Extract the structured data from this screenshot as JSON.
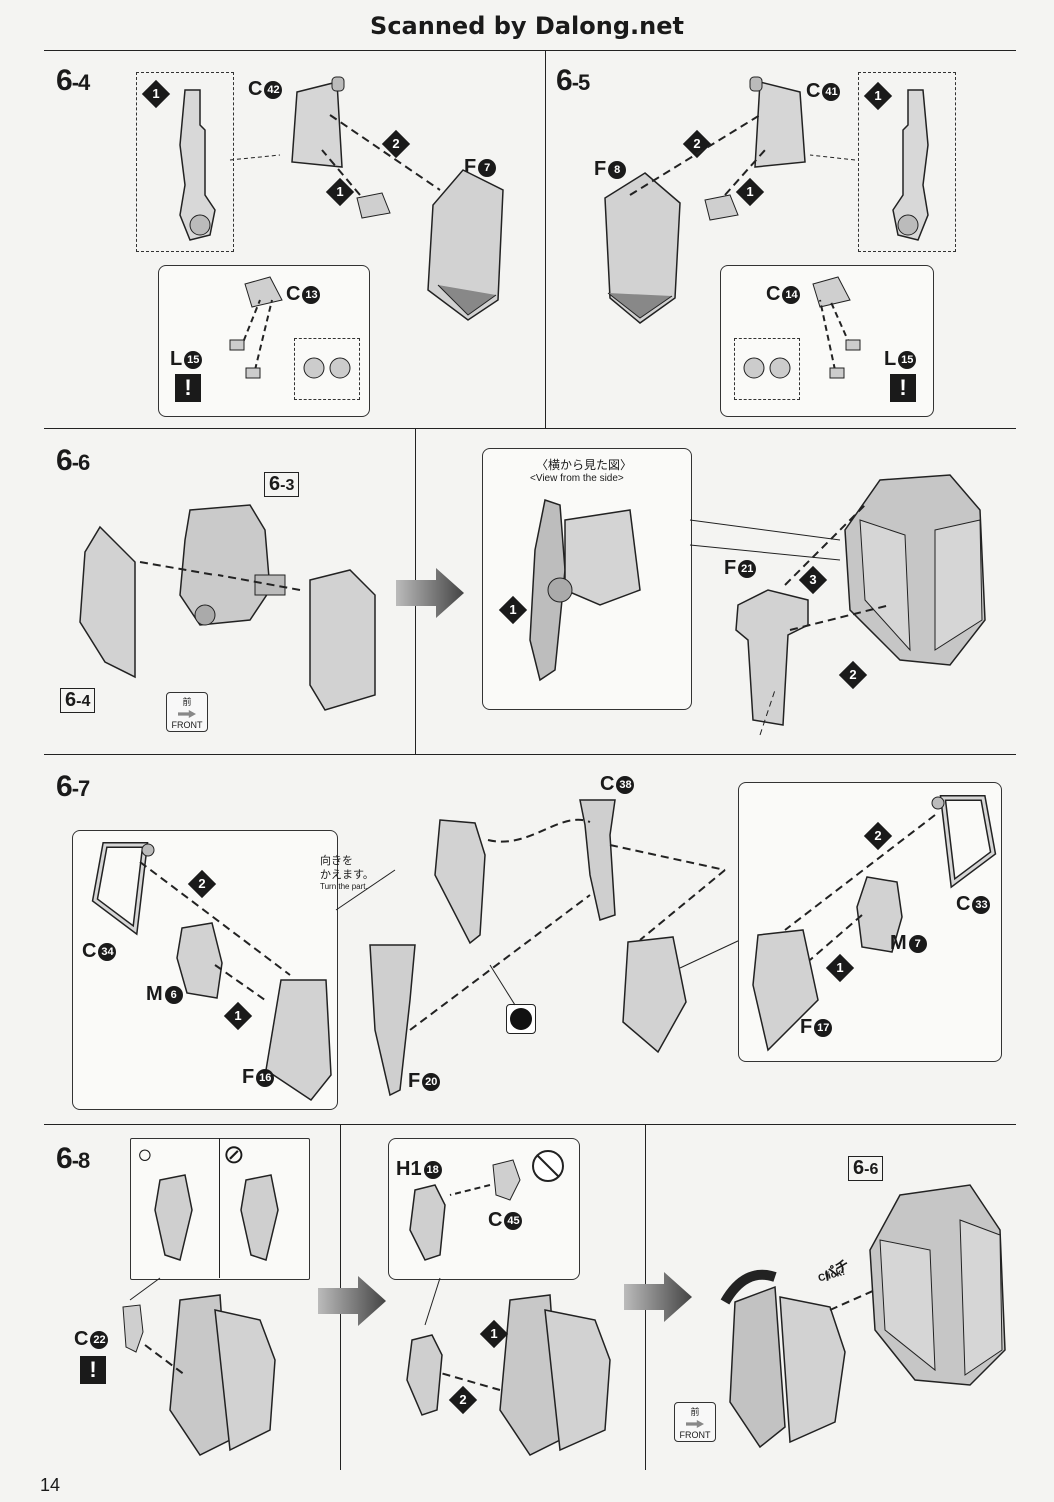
{
  "header": "Scanned by Dalong.net",
  "page_number": "14",
  "steps": {
    "s6_4": {
      "main": "6",
      "sub": "-4"
    },
    "s6_5": {
      "main": "6",
      "sub": "-5"
    },
    "s6_6": {
      "main": "6",
      "sub": "-6"
    },
    "s6_7": {
      "main": "6",
      "sub": "-7"
    },
    "s6_8": {
      "main": "6",
      "sub": "-8"
    }
  },
  "labels": {
    "c42": "C",
    "c42n": "42",
    "f7": "F",
    "f7n": "7",
    "c13": "C",
    "c13n": "13",
    "l15a": "L",
    "l15an": "15",
    "c41": "C",
    "c41n": "41",
    "f8": "F",
    "f8n": "8",
    "c14": "C",
    "c14n": "14",
    "l15b": "L",
    "l15bn": "15",
    "f21": "F",
    "f21n": "21",
    "c38": "C",
    "c38n": "38",
    "c34": "C",
    "c34n": "34",
    "m6": "M",
    "m6n": "6",
    "f16": "F",
    "f16n": "16",
    "f20": "F",
    "f20n": "20",
    "c33": "C",
    "c33n": "33",
    "m7": "M",
    "m7n": "7",
    "f17": "F",
    "f17n": "17",
    "h118": "H1",
    "h118n": "18",
    "c45": "C",
    "c45n": "45",
    "c22": "C",
    "c22n": "22"
  },
  "refs": {
    "r63": {
      "main": "6",
      "sub": "-3"
    },
    "r64": {
      "main": "6",
      "sub": "-4"
    },
    "r66": {
      "main": "6",
      "sub": "-6"
    }
  },
  "side_view": {
    "jp": "〈横から見た図〉",
    "en": "<View from the side>"
  },
  "turn_note": {
    "jp1": "向きを",
    "jp2": "かえます。",
    "en": "Turn the part."
  },
  "front_label": {
    "jp": "前",
    "en": "FRONT"
  },
  "click_label": {
    "jp": "パチ",
    "en": "Click!"
  },
  "warn_mark": "!",
  "order_marks": [
    "1",
    "2",
    "3"
  ],
  "ok_mark": "○",
  "ng_mark": "⊘"
}
